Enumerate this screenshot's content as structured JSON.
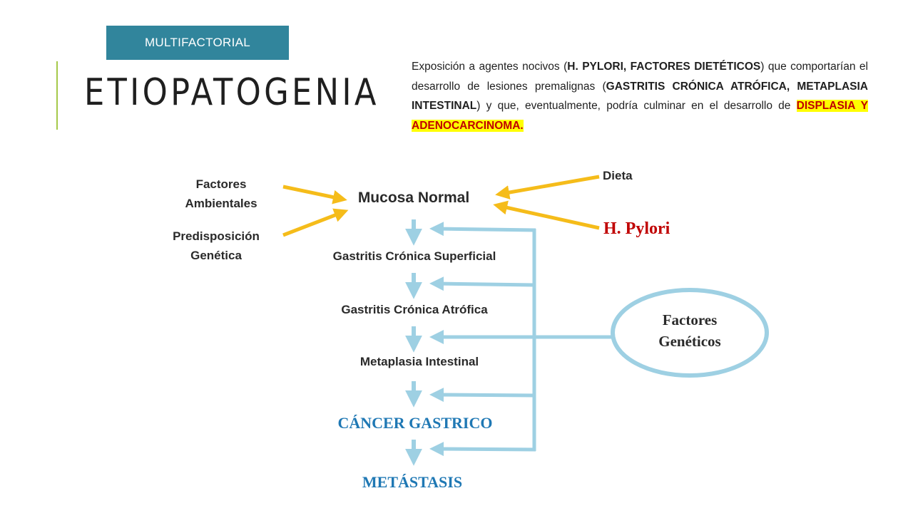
{
  "header": {
    "tag": "MULTIFACTORIAL",
    "title": "ETIOPATOGENIA"
  },
  "intro": {
    "t1": "Exposición a agentes nocivos (",
    "b1": "H. PYLORI, FACTORES DIETÉTICOS",
    "t2": ") que comportarían el desarrollo de lesiones premalignas (",
    "b2": "GASTRITIS CRÓNICA ATRÓFICA, METAPLASIA INTESTINAL",
    "t3": ") y que, eventualmente, podría culminar en el desarrollo de ",
    "highlight": "DISPLASIA Y ADENOCARCINOMA."
  },
  "diagram": {
    "ambientales": {
      "line1": "Factores",
      "line2": "Ambientales"
    },
    "genetica": {
      "line1": "Predisposición",
      "line2": "Genética"
    },
    "dieta": "Dieta",
    "pylori": "H. Pylori",
    "geneticos": {
      "line1": "Factores",
      "line2": "Genéticos"
    },
    "stages": [
      "Mucosa Normal",
      "Gastritis Crónica Superficial",
      "Gastritis Crónica Atrófica",
      "Metaplasia Intestinal",
      "CÁNCER GASTRICO",
      "METÁSTASIS"
    ]
  },
  "colors": {
    "tag": "#31859c",
    "accent_line": "#a5c949",
    "yellow_arrow": "#f5bc1a",
    "blue_arrow": "#9ed0e3",
    "blue_text": "#1f78b4",
    "pylori": "#c00000",
    "highlight": "#ffff00"
  }
}
